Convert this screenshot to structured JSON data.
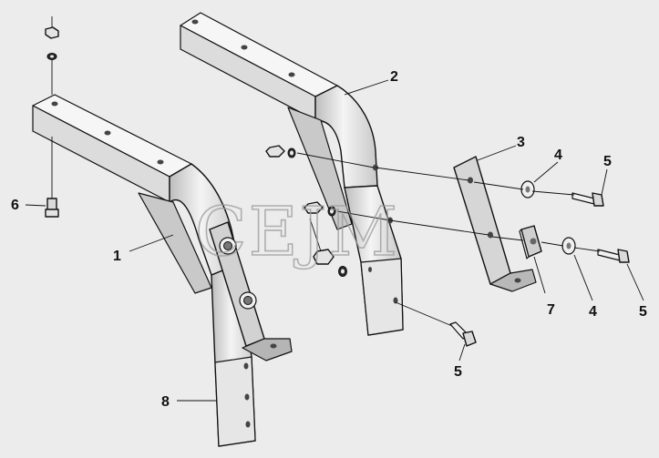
{
  "watermark": "CEJM",
  "callouts": {
    "c1": "1",
    "c2": "2",
    "c3": "3",
    "c4a": "4",
    "c4b": "4",
    "c5a": "5",
    "c5b": "5",
    "c5c": "5",
    "c6": "6",
    "c7": "7",
    "c8": "8"
  },
  "colors": {
    "background": "#ececec",
    "part_light": "#f7f7f7",
    "part_mid": "#dcdcdc",
    "part_dark": "#b9b9b9",
    "outline": "#111111"
  }
}
